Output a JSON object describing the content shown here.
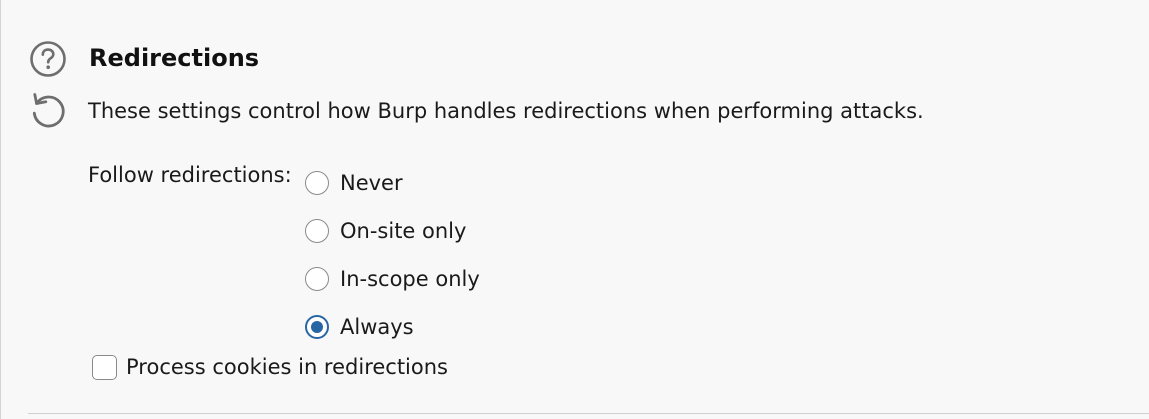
{
  "section": {
    "title": "Redirections",
    "description": "These settings control how Burp handles redirections when performing attacks."
  },
  "icons": {
    "help": "help-icon",
    "reset": "reset-icon"
  },
  "follow_redirections": {
    "label": "Follow redirections:",
    "options": [
      {
        "label": "Never",
        "checked": false
      },
      {
        "label": "On-site only",
        "checked": false
      },
      {
        "label": "In-scope only",
        "checked": false
      },
      {
        "label": "Always",
        "checked": true
      }
    ],
    "selected": "Always"
  },
  "process_cookies": {
    "label": "Process cookies in redirections",
    "checked": false
  },
  "colors": {
    "accent": "#2866a3",
    "icon": "#6e6e6e",
    "background": "#f8f8f8"
  }
}
